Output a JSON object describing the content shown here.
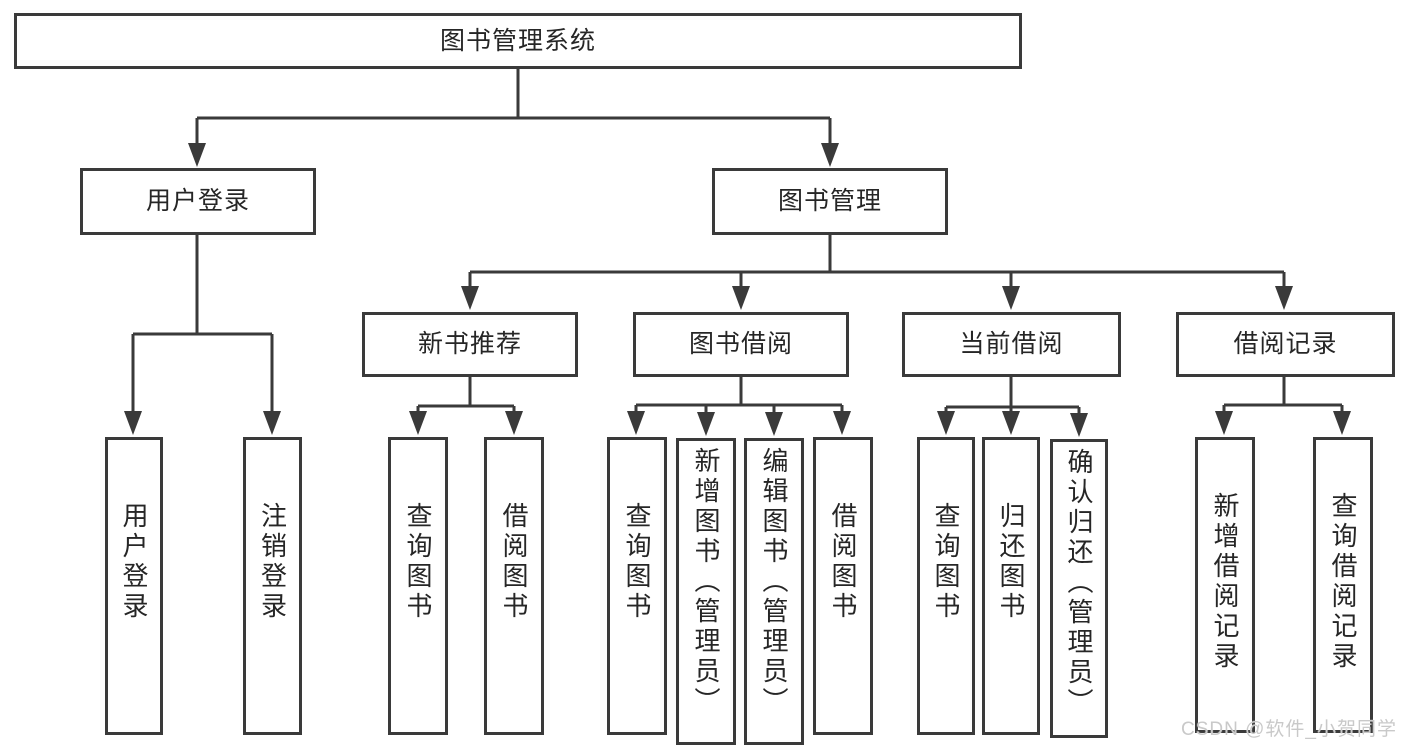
{
  "diagram": {
    "title": "图书管理系统",
    "type": "hierarchy-tree",
    "colors": {
      "line": "#3a3a3a",
      "border": "#3a3a3a",
      "text": "#262626",
      "background": "#ffffff",
      "watermark": "#c9c9c9"
    },
    "nodes": {
      "root": {
        "label": "图书管理系统",
        "children": [
          "login",
          "mgmt"
        ]
      },
      "login": {
        "label": "用户登录",
        "children": [
          "login_user",
          "login_logout"
        ]
      },
      "mgmt": {
        "label": "图书管理",
        "children": [
          "rec",
          "borrow",
          "current",
          "records"
        ]
      },
      "login_user": {
        "label": "用户登录",
        "children": []
      },
      "login_logout": {
        "label": "注销登录",
        "children": []
      },
      "rec": {
        "label": "新书推荐",
        "children": [
          "rec_query",
          "rec_borrow"
        ]
      },
      "borrow": {
        "label": "图书借阅",
        "children": [
          "borrow_query",
          "borrow_add",
          "borrow_edit",
          "borrow_borrow"
        ]
      },
      "current": {
        "label": "当前借阅",
        "children": [
          "current_query",
          "current_return",
          "current_confirm"
        ]
      },
      "records": {
        "label": "借阅记录",
        "children": [
          "records_add",
          "records_query"
        ]
      },
      "rec_query": {
        "label": "查询图书",
        "children": []
      },
      "rec_borrow": {
        "label": "借阅图书",
        "children": []
      },
      "borrow_query": {
        "label": "查询图书",
        "children": []
      },
      "borrow_add": {
        "label": "新增图书（管理员）",
        "children": []
      },
      "borrow_edit": {
        "label": "编辑图书（管理员）",
        "children": []
      },
      "borrow_borrow": {
        "label": "借阅图书",
        "children": []
      },
      "current_query": {
        "label": "查询图书",
        "children": []
      },
      "current_return": {
        "label": "归还图书",
        "children": []
      },
      "current_confirm": {
        "label": "确认归还（管理员）",
        "children": []
      },
      "records_add": {
        "label": "新增借阅记录",
        "children": []
      },
      "records_query": {
        "label": "查询借阅记录",
        "children": []
      }
    },
    "watermark": "CSDN @软件_小贺同学"
  }
}
